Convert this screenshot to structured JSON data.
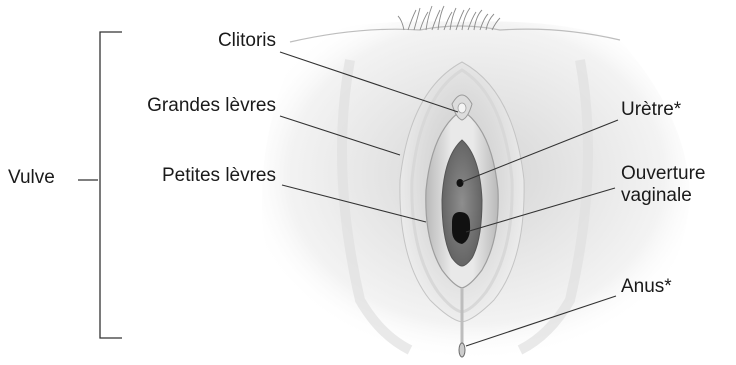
{
  "labels": {
    "group": "Vulve",
    "clitoris": "Clitoris",
    "grandes_levres": "Grandes lèvres",
    "petites_levres": "Petites lèvres",
    "uretre": "Urètre*",
    "ouverture_line1": "Ouverture",
    "ouverture_line2": "vaginale",
    "anus": "Anus*"
  },
  "colors": {
    "text": "#1a1a1a",
    "line": "#333333",
    "skin_dark": "#9a9a9a",
    "skin_light": "#f2f2f2",
    "opening": "#111111"
  }
}
